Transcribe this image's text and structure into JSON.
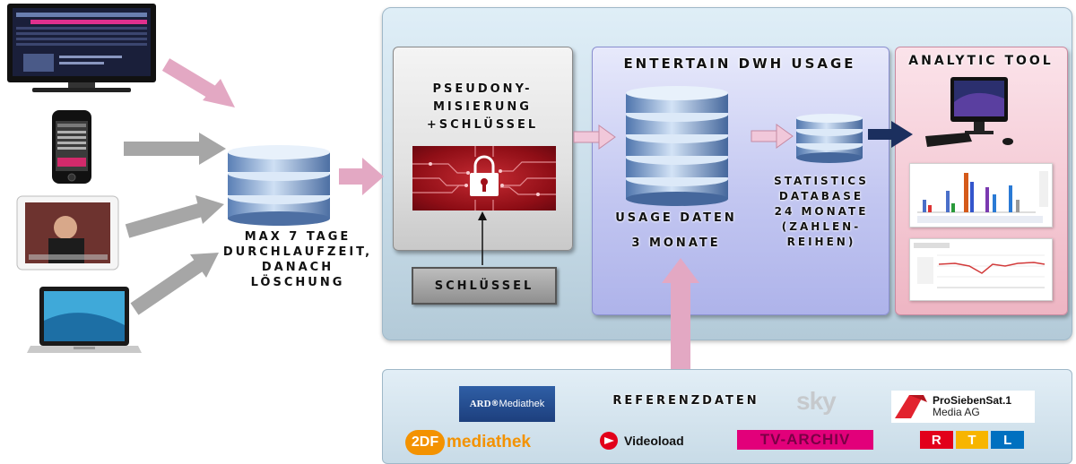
{
  "labels": {
    "ingest": [
      "MAX 7 TAGE",
      "DURCHLAUFZEIT,",
      "DANACH",
      "LÖSCHUNG"
    ],
    "pseudo_title": [
      "PSEUDONY-",
      "MISIERUNG",
      "+SCHLÜSSEL"
    ],
    "schluessel": "SCHLÜSSEL",
    "dwh_title": "ENTERTAIN DWH USAGE",
    "usage_daten": "USAGE DATEN",
    "usage_months": "3 MONATE",
    "statistics": [
      "STATISTICS",
      "DATABASE",
      "24 MONATE",
      "(ZAHLEN-",
      "REIHEN)"
    ],
    "analytic_title": "ANALYTIC TOOL",
    "referenz": "REFERENZDATEN"
  },
  "logos": {
    "ard": "ARD",
    "ard_mark": "®",
    "ard_rest": "Mediathek",
    "sky": "sky",
    "prosieben_line1": "ProSiebenSat.1",
    "prosieben_line2": "Media AG",
    "zdf_prefix": "2DF",
    "zdf_rest": "mediathek",
    "videoload": "Videoload",
    "tvarchiv": "TV-ARCHIV",
    "rtl": [
      "R",
      "T",
      "L"
    ]
  },
  "colors": {
    "arrow_pink": "#e3a8c3",
    "arrow_grey": "#a6a6a6",
    "arrow_navy": "#1b2f5e",
    "db_blue": "#6f8fbf"
  }
}
